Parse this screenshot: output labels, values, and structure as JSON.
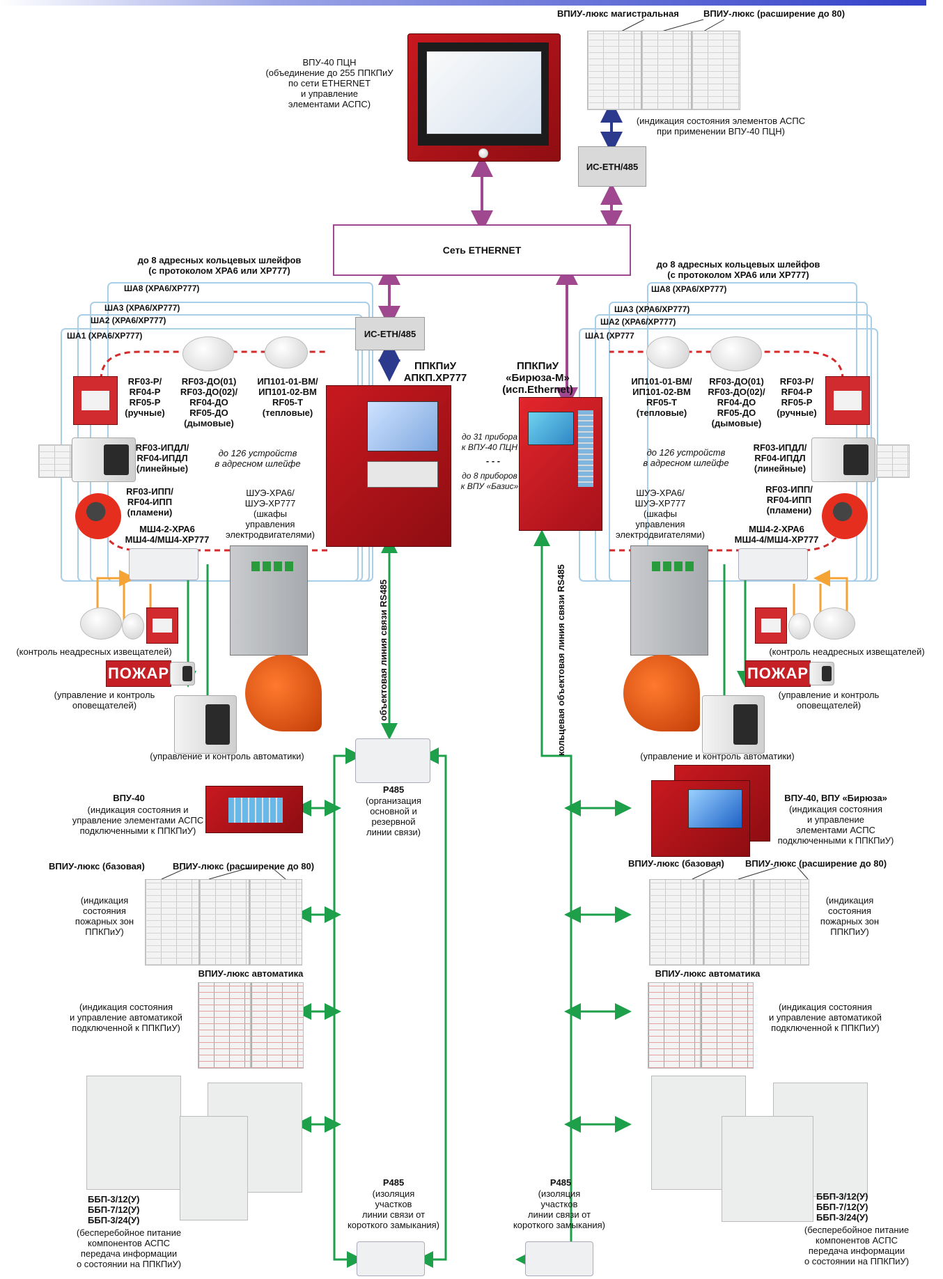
{
  "colors": {
    "green": "#1ea04b",
    "purple": "#a0488f",
    "navy": "#2b3a8c",
    "orange": "#f4a334",
    "red_dash": "#d42a2a",
    "loop_blue": "#a9cfe8"
  },
  "top": {
    "vpu40pcn": "ВПУ-40 ПЦН\n(объединение до 255 ППКПиУ\nпо сети ETHERNET\nи управление\nэлементами АСПС)",
    "vpiu_mag": "ВПИУ-люкс магистральная",
    "vpiu_ext_top": "ВПИУ-люкс (расширение до 80)",
    "vpiu_note": "(индикация состояния элементов АСПС\nпри применении ВПУ-40 ПЦН)",
    "iseth_top": "ИС-ETH/485",
    "ethernet": "Сеть ETHERNET"
  },
  "left": {
    "loops_title": "до 8 адресных кольцевых шлейфов\n(с протоколом ХРА6 или ХР777)",
    "sha8": "ША8 (ХРА6/ХР777)",
    "sha3": "ША3 (ХРА6/ХР777)",
    "sha2": "ША2 (ХРА6/ХР777)",
    "sha1": "ША1 (ХРА6/ХР777)",
    "iseth": "ИС-ETH/485",
    "ppk_title": "ППКПиУ\nАПКП.ХР777",
    "manual": "RF03-P/\nRF04-P\nRF05-P\n(ручные)",
    "smoke": "RF03-ДО(01)\nRF03-ДО(02)/\nRF04-ДО\nRF05-ДО\n(дымовые)",
    "heat": "ИП101-01-ВМ/\nИП101-02-ВМ\nRF05-T\n(тепловые)",
    "linear": "RF03-ИПДЛ/\nRF04-ИПДЛ\n(линейные)",
    "devices126": "до 126 устройств\nв адресном шлейфе",
    "flame": "RF03-ИПП/\nRF04-ИПП\n(пламени)",
    "shue": "ШУЭ-ХРА6/\nШУЭ-ХР777\n(шкафы\nуправления\nэлектродвигателями)",
    "msh": "МШ4-2-ХРА6\nМШ4-4/МШ4-ХР777",
    "up31": "до 31 прибора\nк ВПУ-40 ПЦН",
    "up8": "до 8 приборов\nк ВПУ «Базис»",
    "nonaddr": "(контроль неадресных извещателей)",
    "pozhar": "ПОЖАР",
    "notif": "(управление и контроль\nоповещателей)",
    "auto": "(управление и контроль автоматики)",
    "rs485": "объектовая линия связи RS485",
    "vpu40": "ВПУ-40",
    "vpu40_desc": "(индикация состояния и\nуправление элементами АСПС\nподключенными к ППКПиУ)",
    "vpiu_base": "ВПИУ-люкс (базовая)",
    "vpiu_ext": "ВПИУ-люкс (расширение до 80)",
    "vpiu_ind": "(индикация\nсостояния\nпожарных зон\nППКПиУ)",
    "vpiu_auto": "ВПИУ-люкс автоматика",
    "vpiu_auto_desc": "(индикация состояния\nи управление автоматикой\nподключенной к ППКПиУ)",
    "bbp": "ББП-3/12(У)\nББП-7/12(У)\nББП-3/24(У)",
    "bbp_desc": "(бесперебойное питание\nкомпонентов АСПС\nпередача информации\nо состоянии на ППКПиУ)"
  },
  "center": {
    "p485_top": "Р485",
    "p485_top_desc": "(организация\nосновной и\nрезервной\nлинии связи)",
    "p485_l": "Р485",
    "p485_l_desc": "(изоляция\nучастков\nлинии связи от\nкороткого замыкания)",
    "p485_r": "Р485",
    "p485_r_desc": "(изоляция\nучастков\nлинии связи от\nкороткого замыкания)",
    "ring": "кольцевая объектовая линия связи RS485",
    "dashes": "- - -"
  },
  "right": {
    "loops_title": "до 8 адресных кольцевых шлейфов\n(с протоколом ХРА6 или ХР777)",
    "sha8": "ША8 (ХРА6/ХР777)",
    "sha3": "ША3 (ХРА6/ХР777)",
    "sha2": "ША2 (ХРА6/ХР777)",
    "sha1": "ША1 (ХР777",
    "ppk_title": "ППКПиУ\n«Бирюза-М»\n(исп.Ethernet)",
    "heat": "ИП101-01-ВМ/\nИП101-02-ВМ\nRF05-T\n(тепловые)",
    "smoke": "RF03-ДО(01)\nRF03-ДО(02)/\nRF04-ДО\nRF05-ДО\n(дымовые)",
    "manual": "RF03-P/\nRF04-P\nRF05-P\n(ручные)",
    "devices126": "до 126 устройств\nв адресном шлейфе",
    "linear": "RF03-ИПДЛ/\nRF04-ИПДЛ\n(линейные)",
    "shue": "ШУЭ-ХРА6/\nШУЭ-ХР777\n(шкафы\nуправления\nэлектродвигателями)",
    "flame": "RF03-ИПП/\nRF04-ИПП\n(пламени)",
    "msh": "МШ4-2-ХРА6\nМШ4-4/МШ4-ХР777",
    "nonaddr": "(контроль неадресных извещателей)",
    "pozhar": "ПОЖАР",
    "notif": "(управление и контроль\nоповещателей)",
    "auto": "(управление и контроль автоматики)",
    "vpu40": "ВПУ-40, ВПУ «Бирюза»",
    "vpu40_desc": "(индикация состояния\nи управление\nэлементами АСПС\nподключенными к ППКПиУ)",
    "vpiu_base": "ВПИУ-люкс (базовая)",
    "vpiu_ext": "ВПИУ-люкс (расширение до 80)",
    "vpiu_ind": "(индикация\nсостояния\nпожарных зон\nППКПиУ)",
    "vpiu_auto": "ВПИУ-люкс автоматика",
    "vpiu_auto_desc": "(индикация состояния\nи управление автоматикой\nподключенной к ППКПиУ)",
    "bbp": "ББП-3/12(У)\nББП-7/12(У)\nББП-3/24(У)",
    "bbp_desc": "(бесперебойное питание\nкомпонентов АСПС\nпередача информации\nо состоянии на ППКПиУ)"
  }
}
